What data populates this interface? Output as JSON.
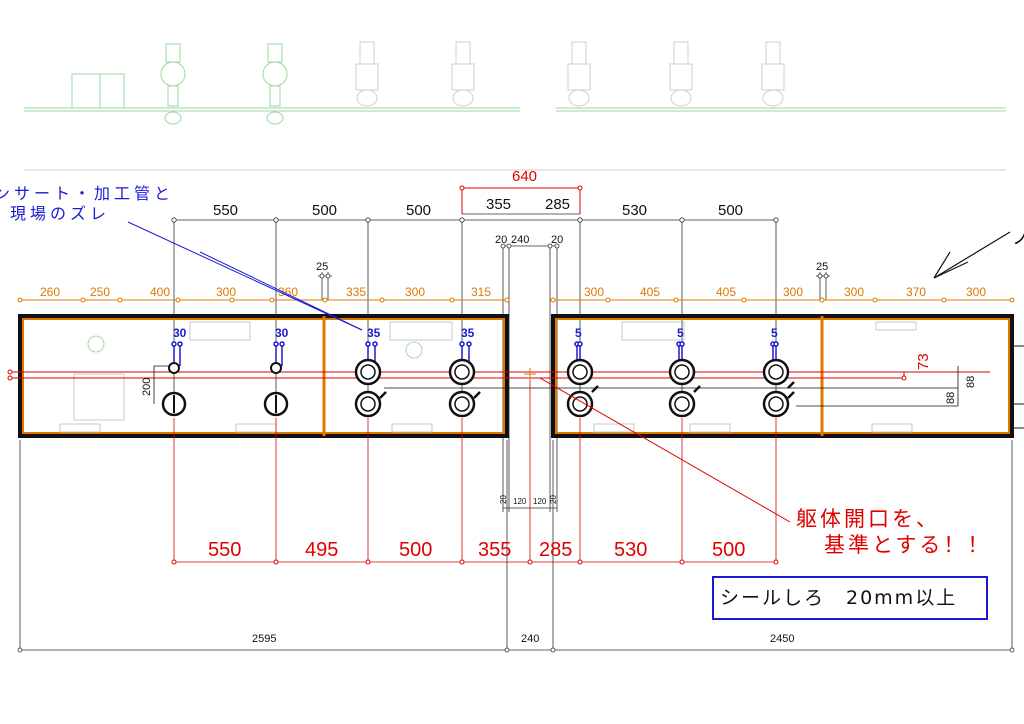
{
  "notes": {
    "insert_line1": "ンサート・加工管と",
    "insert_line2": "現場のズレ",
    "opening_line1": "躯体開口を、",
    "opening_line2": "基準とする！！",
    "seal": "シールしろ　20mm以上"
  },
  "dims_top_red": "640",
  "dims_top_black": [
    "550",
    "500",
    "500",
    "355",
    "285",
    "530",
    "500"
  ],
  "dims_gap": [
    "20",
    "240",
    "20"
  ],
  "dims_small_25": [
    "25",
    "25"
  ],
  "dims_orange": [
    "260",
    "250",
    "400",
    "300",
    "360",
    "335",
    "300",
    "315",
    "300",
    "405",
    "405",
    "300",
    "300",
    "370",
    "300"
  ],
  "dims_blue": [
    "30",
    "30",
    "35",
    "35",
    "5",
    "5",
    "5"
  ],
  "dims_side": [
    "200",
    "73",
    "88",
    "88"
  ],
  "dims_bottom_red": [
    "550",
    "495",
    "500",
    "355",
    "285",
    "530",
    "500"
  ],
  "dims_bottom_tiny": [
    "20",
    "120",
    "120",
    "20"
  ],
  "dims_total": [
    "2595",
    "240",
    "2450"
  ],
  "colors": {
    "frame": "#111111",
    "orange": "#e07800",
    "red": "#e00000",
    "blue": "#1a1ad0",
    "green": "#5cc05c"
  }
}
